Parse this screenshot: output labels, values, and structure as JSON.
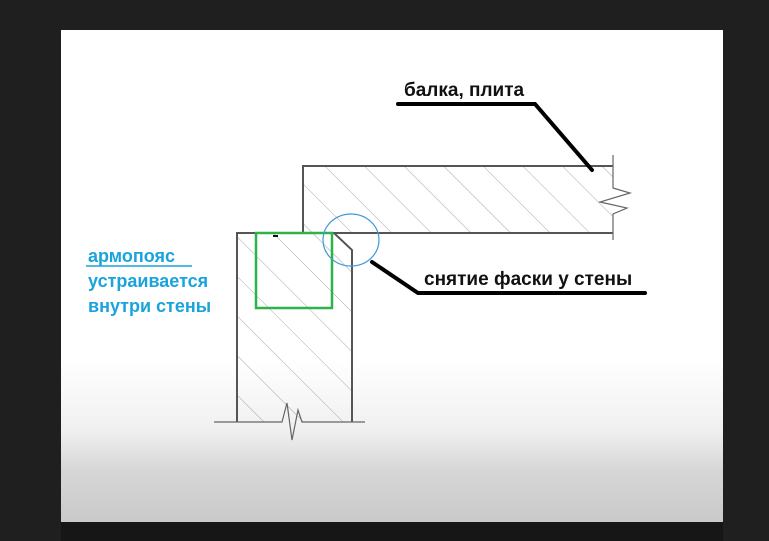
{
  "labels": {
    "slab": "балка, плита",
    "chamfer": "снятие фаски у стены",
    "belt_line1": "армопояс",
    "belt_line2": "устраивается",
    "belt_line3": "внутри стены"
  },
  "colors": {
    "background": "#1f1f1f",
    "canvas": "#ffffff",
    "outline": "#555555",
    "hatch": "#a8a8a8",
    "leader": "#000000",
    "annotation_blue": "#1aa3dc",
    "belt_box": "#2db34a",
    "highlight_circle": "#3a9bd6"
  }
}
